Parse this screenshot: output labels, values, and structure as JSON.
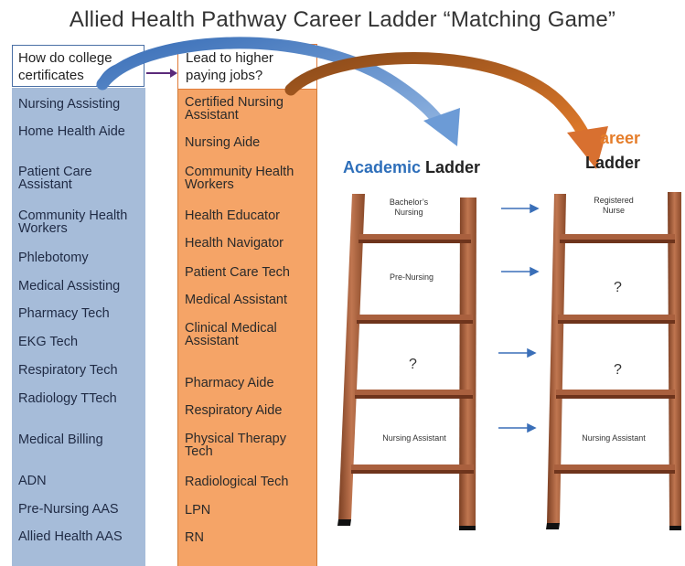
{
  "title": "Allied Health Pathway Career Ladder “Matching Game”",
  "questions": {
    "certificates": "How do college certificates",
    "jobs": "Lead to higher paying jobs?"
  },
  "certificates": [
    "Nursing Assisting",
    "Home Health Aide",
    "Patient Care Assistant",
    "Community Health Workers",
    "Phlebotomy",
    "Medical Assisting",
    "Pharmacy Tech",
    "EKG Tech",
    "Respiratory Tech",
    "Radiology TTech",
    "Medical Billing",
    "ADN",
    "Pre-Nursing AAS",
    "Allied Health AAS"
  ],
  "jobs": [
    "Certified Nursing Assistant",
    "Nursing Aide",
    "Community Health Workers",
    "Health Educator",
    "Health Navigator",
    "Patient Care Tech",
    "Medical Assistant",
    "Clinical Medical Assistant",
    "Pharmacy Aide",
    "Respiratory Aide",
    "Physical Therapy Tech",
    "Radiological Tech",
    "LPN",
    "RN"
  ],
  "academic_ladder": {
    "heading_accent": "Academic",
    "heading_rest": " Ladder",
    "rungs": [
      "Bachelor’s Nursing",
      "Pre-Nursing",
      "?",
      "Nursing Assistant"
    ]
  },
  "career_ladder": {
    "heading_accent": "areer",
    "heading_rest": "Ladder",
    "rungs": [
      "Registered Nurse",
      "?",
      "?",
      "Nursing Assistant"
    ]
  },
  "colors": {
    "blue_column": "#a6bcd9",
    "orange_column": "#f5a467",
    "ladder_wood": "#b9704e",
    "accent_blue": "#2e6fba",
    "accent_orange": "#e57d2a"
  }
}
